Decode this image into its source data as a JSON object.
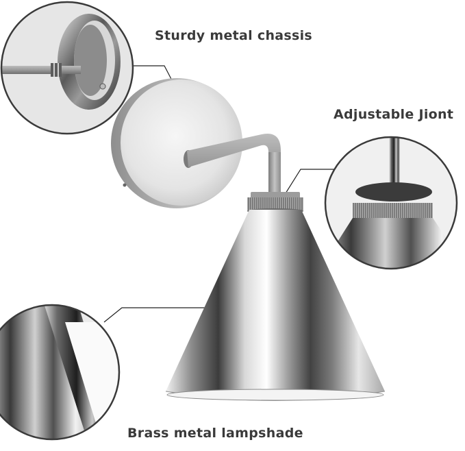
{
  "callouts": {
    "chassis": "Sturdy metal chassis",
    "joint": "Adjustable Jiont",
    "shade": "Brass metal lampshade"
  }
}
